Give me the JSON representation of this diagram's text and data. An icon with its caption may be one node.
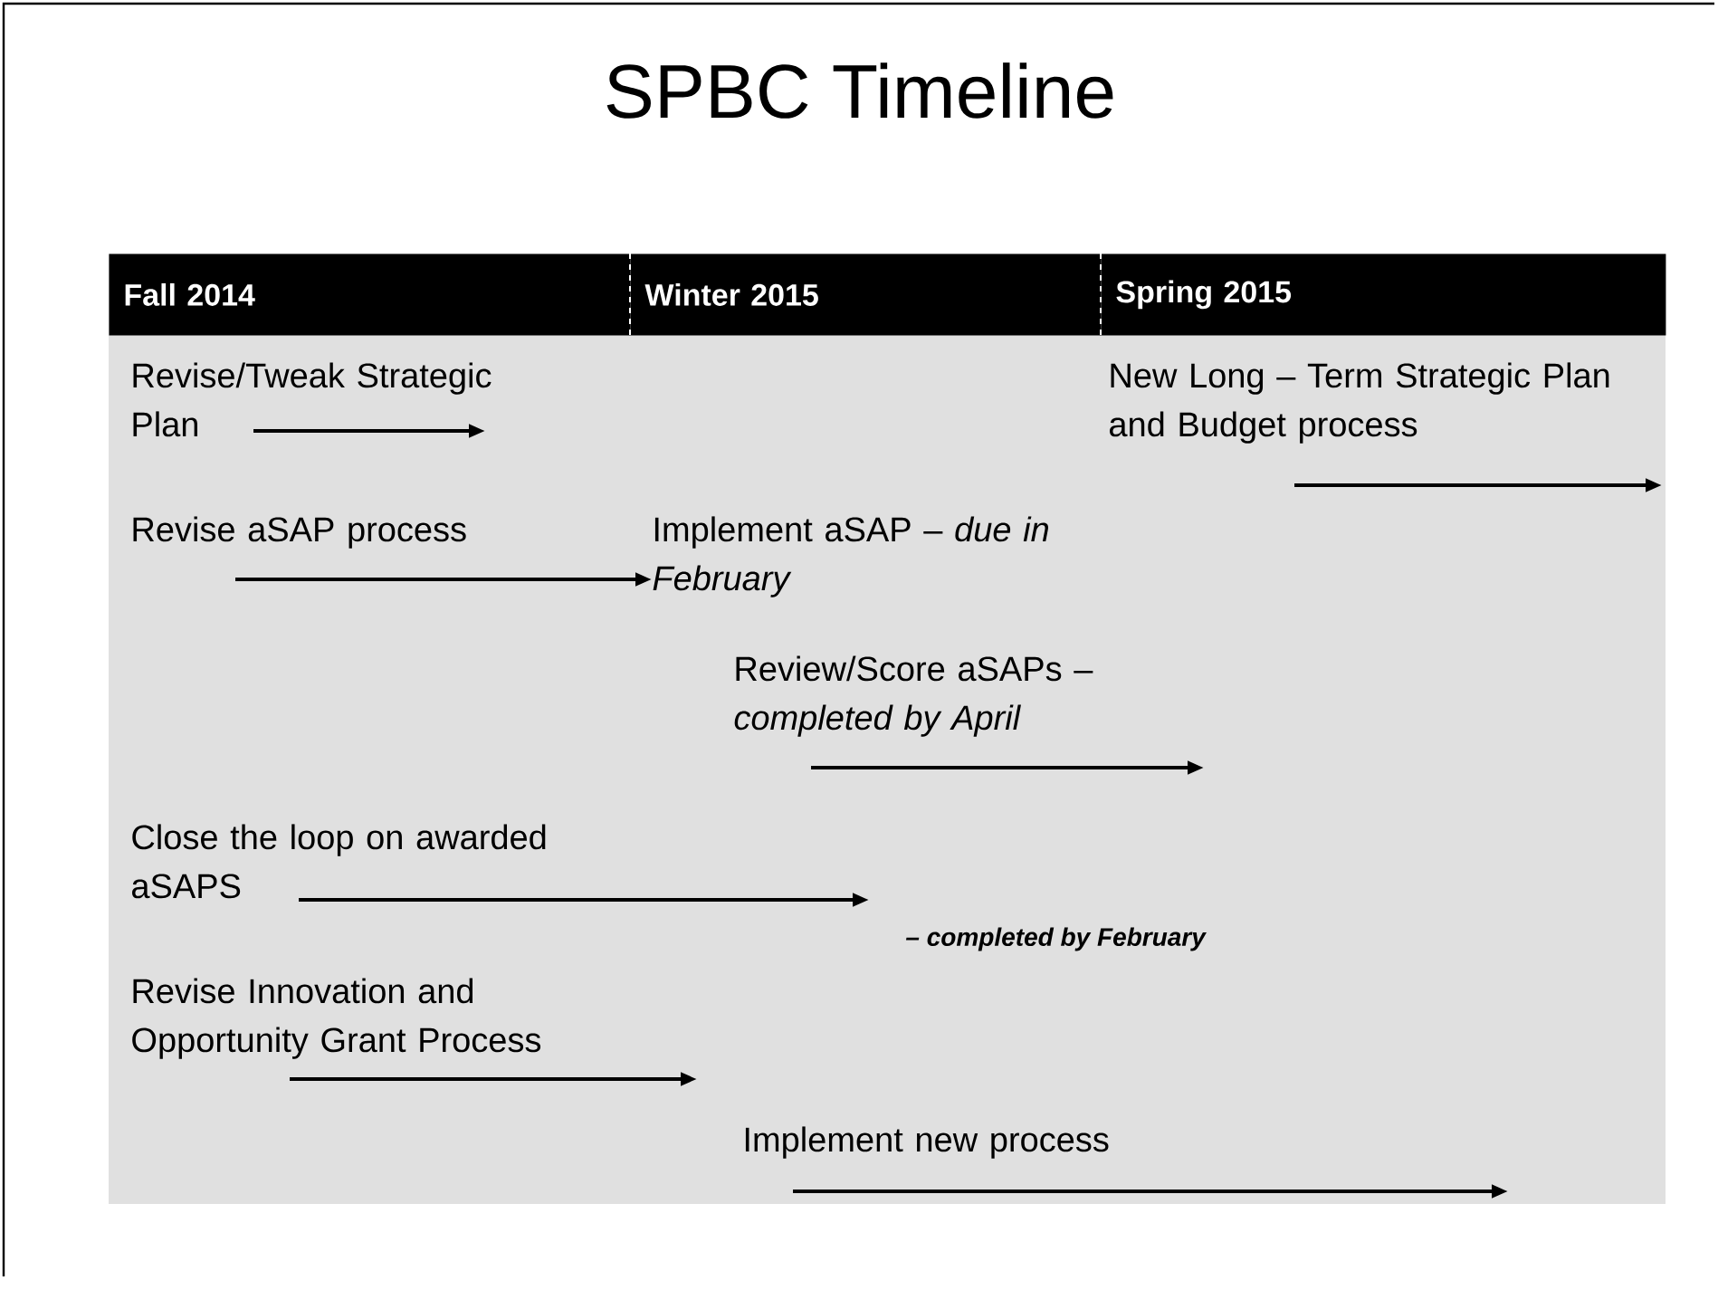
{
  "diagram": {
    "title": "SPBC Timeline",
    "nodes": [
      {
        "text": [
          "Fall 2014"
        ]
      },
      {
        "text": [
          "Winter 2015"
        ]
      },
      {
        "text": [
          "Spring 2015"
        ]
      },
      {
        "text": [
          "Revise/Tweak Strategic Plan"
        ]
      },
      {
        "text": [
          "New Long – Term Strategic Plan and Budget process"
        ]
      },
      {
        "text": [
          "Revise aSAP process"
        ]
      },
      {
        "text": [
          "Implement aSAP – *due in February*"
        ]
      },
      {
        "text": [
          "Review/Score aSAPs – *completed by April*"
        ]
      },
      {
        "text": [
          "Close the loop on awarded aSAPS"
        ]
      },
      {
        "text": [
          "Revise Innovation and Opportunity Grant Process"
        ]
      },
      {
        "text": [
          "Implement new process"
        ]
      }
    ],
    "edges": [
      {
        "from": 3,
        "to": null,
        "arrow": "to"
      },
      {
        "from": 4,
        "to": null,
        "arrow": "to"
      },
      {
        "from": 5,
        "to": 6,
        "arrow": "to"
      },
      {
        "from": 7,
        "to": null,
        "arrow": "to"
      },
      {
        "from": 8,
        "to": null,
        "arrow": "to"
      },
      {
        "from": 9,
        "to": null,
        "arrow": "to"
      },
      {
        "from": 10,
        "to": null,
        "arrow": "to"
      }
    ],
    "labels": [
      "– completed by February"
    ]
  }
}
